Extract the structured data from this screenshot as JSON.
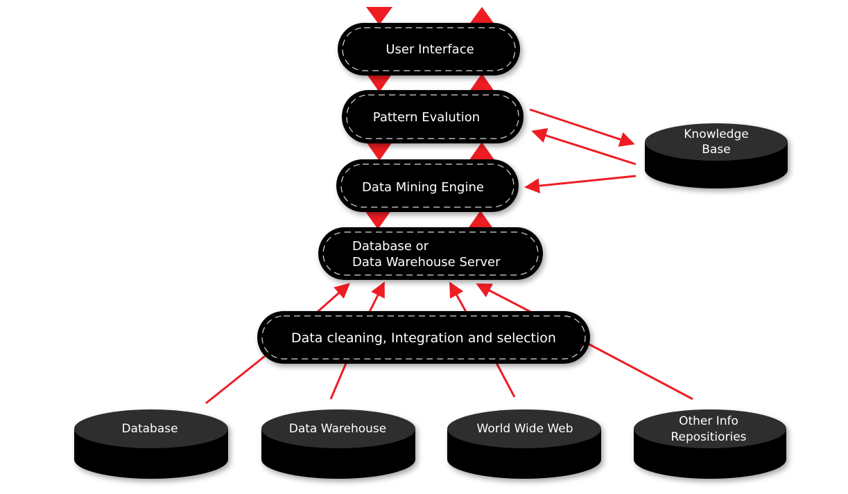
{
  "colors": {
    "arrow": "#ee1c23",
    "node": "#000000",
    "cylinder_top": "#2d2d2d",
    "text": "#ffffff",
    "dash": "#dddddd"
  },
  "nodes": {
    "user_interface": {
      "label": "User Interface"
    },
    "pattern_evaluation": {
      "label": "Pattern Evalution"
    },
    "data_mining_engine": {
      "label": "Data Mining Engine"
    },
    "db_server": {
      "line1": "Database or",
      "line2": "Data Warehouse Server"
    },
    "data_cleaning": {
      "label": "Data cleaning, Integration and selection"
    }
  },
  "stores": {
    "knowledge_base": {
      "line1": "Knowledge",
      "line2": "Base"
    },
    "database": {
      "label": "Database"
    },
    "data_warehouse": {
      "label": "Data Warehouse"
    },
    "www": {
      "label": "World Wide Web"
    },
    "other_repos": {
      "line1": "Other Info",
      "line2": "Repositiories"
    }
  }
}
